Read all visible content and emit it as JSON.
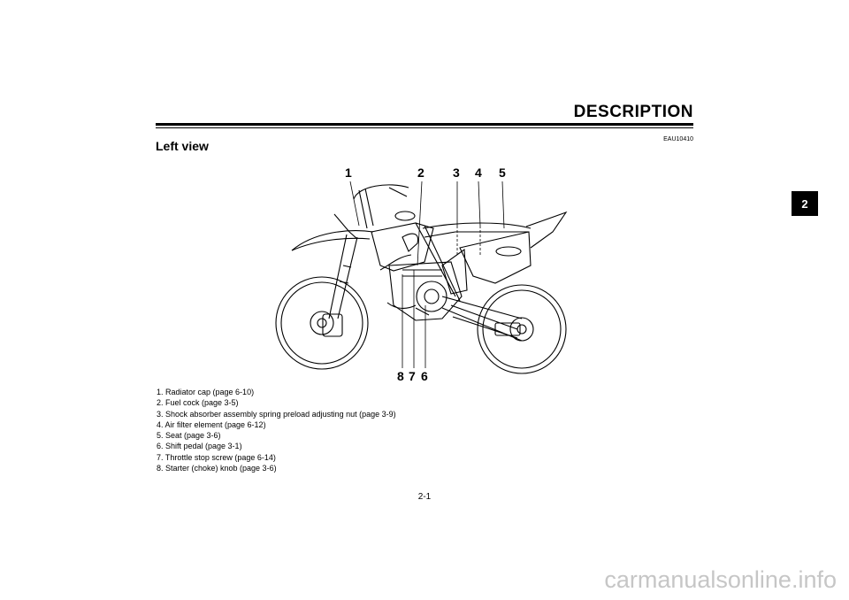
{
  "header": {
    "section_title": "DESCRIPTION",
    "doc_code": "EAU10410"
  },
  "heading": "Left view",
  "side_tab": "2",
  "callouts": [
    "1",
    "2",
    "3",
    "4",
    "5",
    "8",
    "7",
    "6"
  ],
  "legend": [
    "1. Radiator cap (page 6-10)",
    "2. Fuel cock (page 3-5)",
    "3. Shock absorber assembly spring preload adjusting nut (page 3-9)",
    "4. Air filter element (page 6-12)",
    "5. Seat (page 3-6)",
    "6. Shift pedal (page 3-1)",
    "7. Throttle stop screw (page 6-14)",
    "8. Starter (choke) knob (page 3-6)"
  ],
  "page_number": "2-1",
  "watermark": "carmanualsonline.info"
}
